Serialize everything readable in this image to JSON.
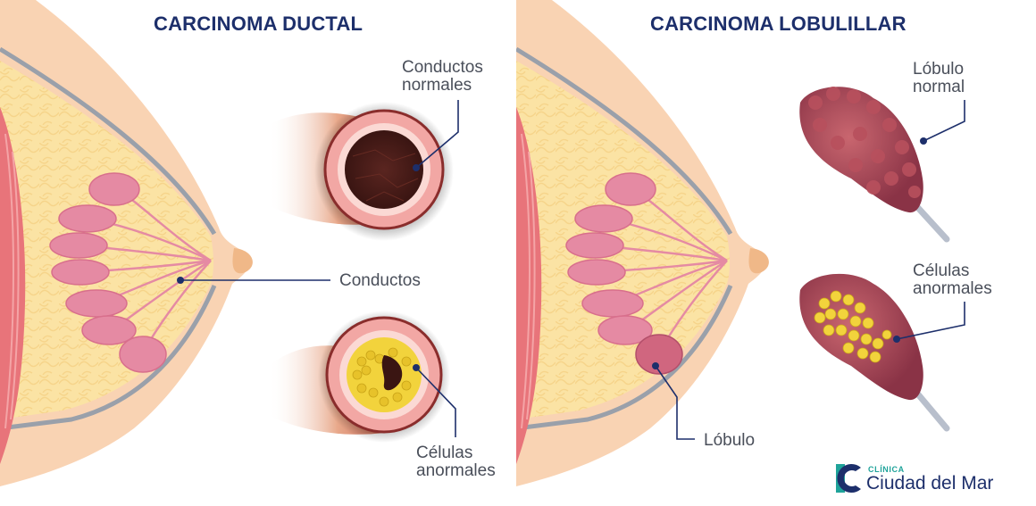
{
  "left_panel": {
    "title": "CARCINOMA DUCTAL",
    "labels": {
      "normal_ducts": "Conductos\nnormales",
      "ducts": "Conductos",
      "abnormal_cells": "Células\nanormales"
    }
  },
  "right_panel": {
    "title": "CARCINOMA LOBULILLAR",
    "labels": {
      "normal_lobule": "Lóbulo\nnormal",
      "abnormal_cells": "Células\nanormales",
      "lobule": "Lóbulo"
    }
  },
  "logo": {
    "small": "CLÍNICA",
    "main": "Ciudad del Mar"
  },
  "colors": {
    "title": "#1d2f6b",
    "skin": "#f9d3b3",
    "fat": "#fbe6a6",
    "lobe": "#e58aa3",
    "muscle": "#e8747a",
    "abnormal_cells": "#f2d33c",
    "logo_teal": "#1fa39a"
  }
}
